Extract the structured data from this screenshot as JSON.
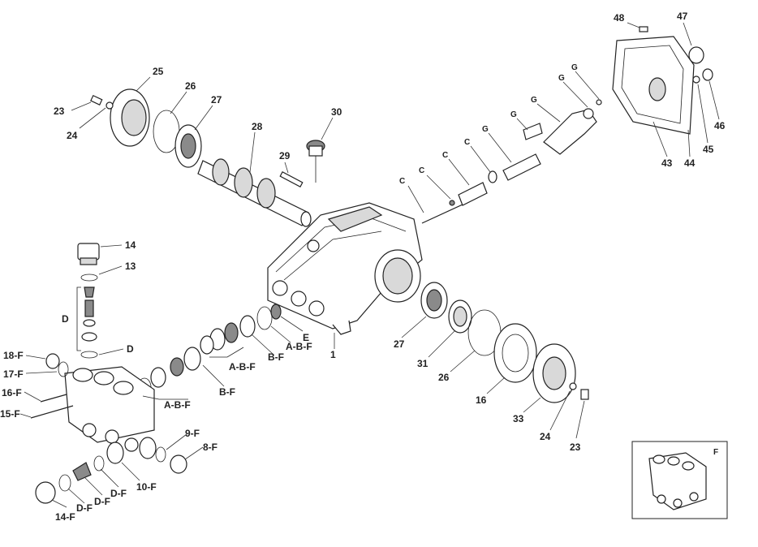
{
  "labels": {
    "p1": "1",
    "p13": "13",
    "p14": "14",
    "p16": "16",
    "p23a": "23",
    "p23b": "23",
    "p24a": "24",
    "p24b": "24",
    "p25": "25",
    "p26a": "26",
    "p26b": "26",
    "p27a": "27",
    "p27b": "27",
    "p28": "28",
    "p29": "29",
    "p30": "30",
    "p31": "31",
    "p33": "33",
    "p43": "43",
    "p44": "44",
    "p45": "45",
    "p46": "46",
    "p47": "47",
    "p48": "48",
    "E": "E",
    "D_bracket": "D",
    "D_small": "D",
    "ABF_a": "A-B-F",
    "ABF_b": "A-B-F",
    "ABF_c": "A-B-F",
    "BF_a": "B-F",
    "BF_b": "B-F",
    "f18": "18-F",
    "f17": "17-F",
    "f16": "16-F",
    "f15": "15-F",
    "f14": "14-F",
    "fD1": "D-F",
    "fD2": "D-F",
    "fD3": "D-F",
    "f10": "10-F",
    "f9": "9-F",
    "f8": "8-F",
    "C1": "C",
    "C2": "C",
    "C3": "C",
    "C4": "C",
    "G1": "G",
    "G2": "G",
    "G3": "G",
    "G4": "G",
    "G5": "G",
    "inset_F": "F"
  }
}
